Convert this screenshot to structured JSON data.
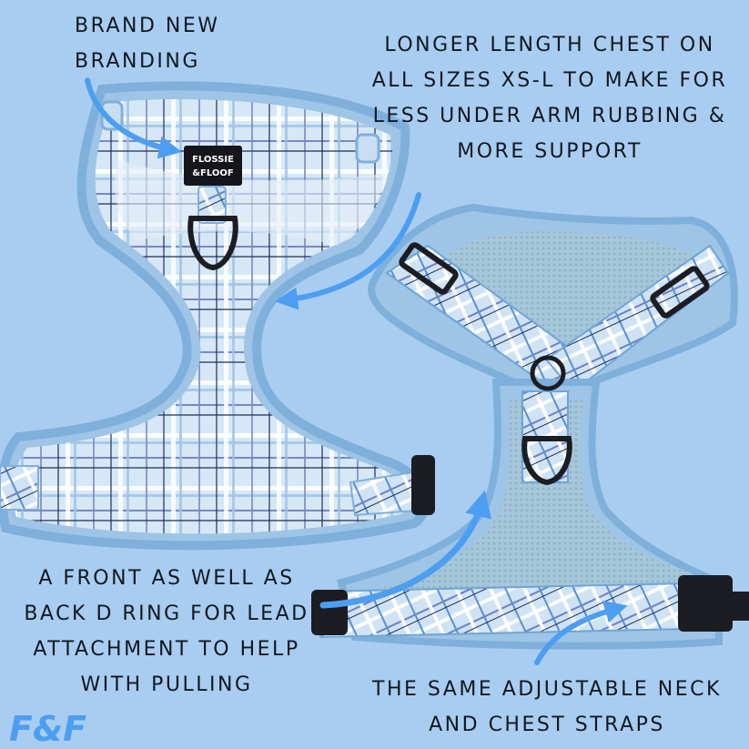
{
  "captions": {
    "branding": [
      "BRAND NEW",
      "BRANDING"
    ],
    "chest": [
      "LONGER LENGTH CHEST ON",
      "ALL SIZES XS-L TO MAKE FOR",
      "LESS UNDER ARM RUBBING &",
      "MORE SUPPORT"
    ],
    "d_ring": [
      "A FRONT AS WELL AS",
      "BACK D RING FOR LEAD",
      "ATTACHMENT TO HELP",
      "WITH PULLING"
    ],
    "straps": [
      "THE SAME ADJUSTABLE NECK",
      "AND CHEST STRAPS"
    ]
  },
  "product_label": [
    "FLOSSIE",
    "&FLOOF"
  ],
  "corner_logo": "F&F",
  "colors": {
    "background": "#a9cdf0",
    "arrow": "#4c9ef2",
    "harness_base": "#d6e8f6",
    "harness_trim": "#7fb0dc",
    "plaid_dark": "#1d2d57",
    "plaid_purple": "#7b86c8",
    "hardware": "#1b1d22",
    "mesh": "#a8c8dc"
  }
}
